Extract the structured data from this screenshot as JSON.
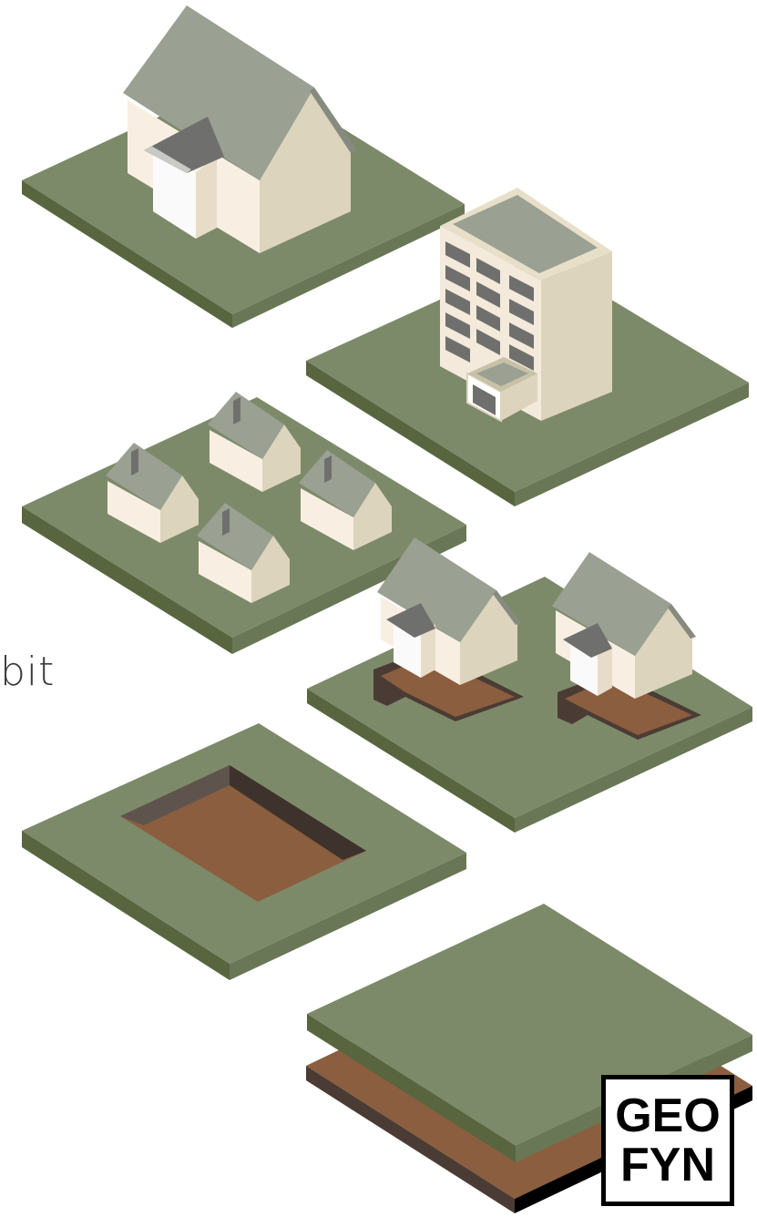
{
  "clipped_text": "bit",
  "logo": {
    "line1": "GEO",
    "line2": "FYN"
  },
  "colors": {
    "grass_top": "#7d8a69",
    "grass_left": "#5c6a4a",
    "grass_right": "#6d7a5a",
    "soil": "#8a5e3e",
    "roof": "#9aa092",
    "roof_dark": "#6f706e",
    "wall_light": "#f8efe2",
    "wall_shade": "#ddd4bd"
  }
}
